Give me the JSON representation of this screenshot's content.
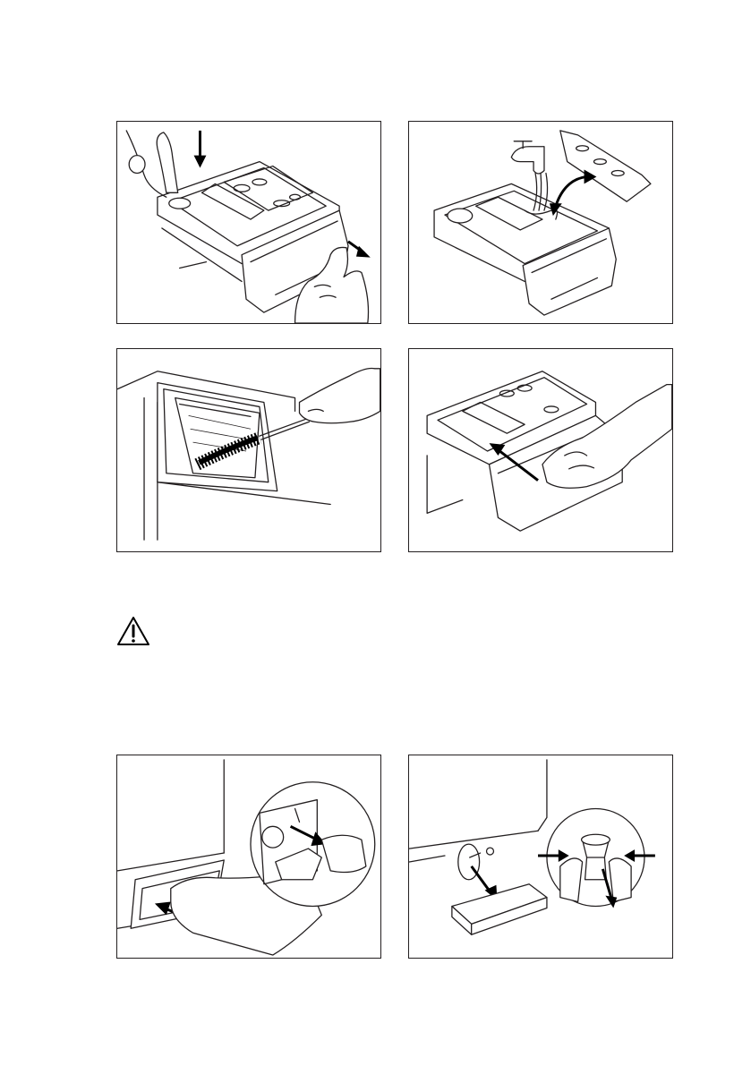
{
  "figures": [
    {
      "id": "remove-dispenser",
      "icon": "hand-press-release-pull-drawer"
    },
    {
      "id": "rinse-dispenser",
      "icon": "tap-water-rinse-insert"
    },
    {
      "id": "brush-recess",
      "icon": "brush-cleaning-recess"
    },
    {
      "id": "insert-dispenser",
      "icon": "hand-push-drawer-in"
    },
    {
      "id": "open-filter-flap",
      "icon": "hand-open-flap-detail"
    },
    {
      "id": "remove-filter",
      "icon": "filter-unscrew-detail"
    }
  ],
  "warning": {
    "icon": "warning-triangle-icon"
  },
  "colors": {
    "line": "#231f20",
    "background": "#ffffff"
  }
}
